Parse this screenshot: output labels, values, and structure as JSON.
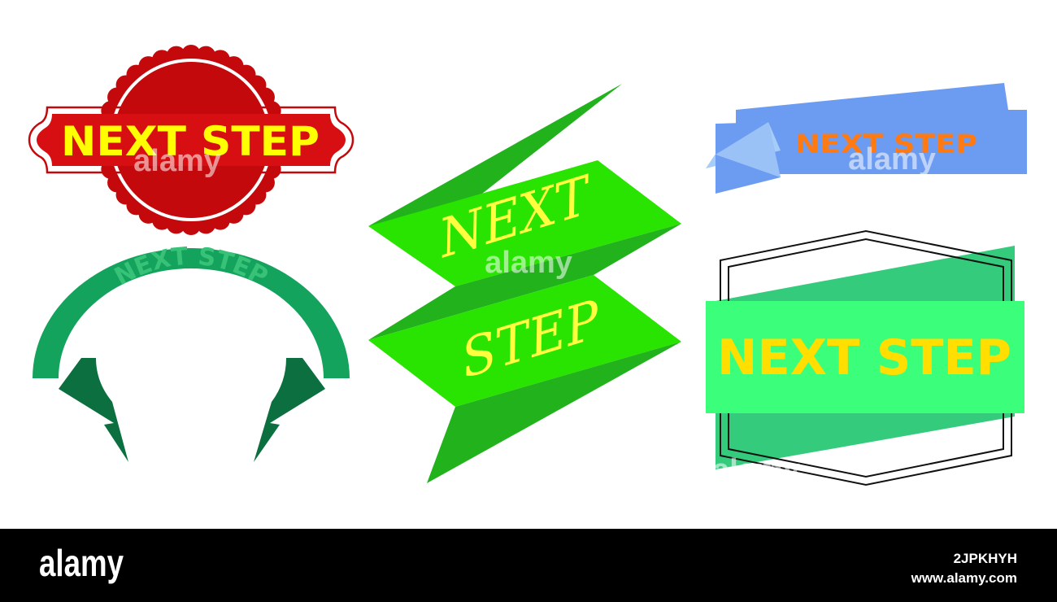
{
  "badges": {
    "red_seal": {
      "text": "NEXT STEP",
      "colors": {
        "seal": "#c4090c",
        "band": "#d80f12",
        "text": "#ffff00",
        "outline": "#c4090c"
      }
    },
    "green_arc": {
      "text": "NEXT STEP",
      "colors": {
        "arc": "#13a35d",
        "arc_dark": "#0b6f3f",
        "text": "#37c278"
      }
    },
    "zigzag": {
      "word1": "NEXT",
      "word2": "STEP",
      "colors": {
        "face": "#28e400",
        "fold": "#22b21c",
        "text": "#ffff40"
      }
    },
    "blue_ribbon": {
      "text": "NEXT STEP",
      "colors": {
        "ribbon": "#6c9cf2",
        "light": "#a6ccf8",
        "text": "#ff7a12"
      }
    },
    "hex_label": {
      "text": "NEXT STEP",
      "colors": {
        "back": "#34cc7c",
        "front": "#3bff7a",
        "text": "#ffde00",
        "outline": "#111111"
      }
    }
  },
  "watermark": {
    "text": "alamy",
    "color": "#ffffff"
  },
  "footer": {
    "logo": "alamy",
    "image_id": "2JPKHYH",
    "site": "www.alamy.com",
    "colors": {
      "bar": "#000000",
      "text": "#ffffff"
    }
  }
}
